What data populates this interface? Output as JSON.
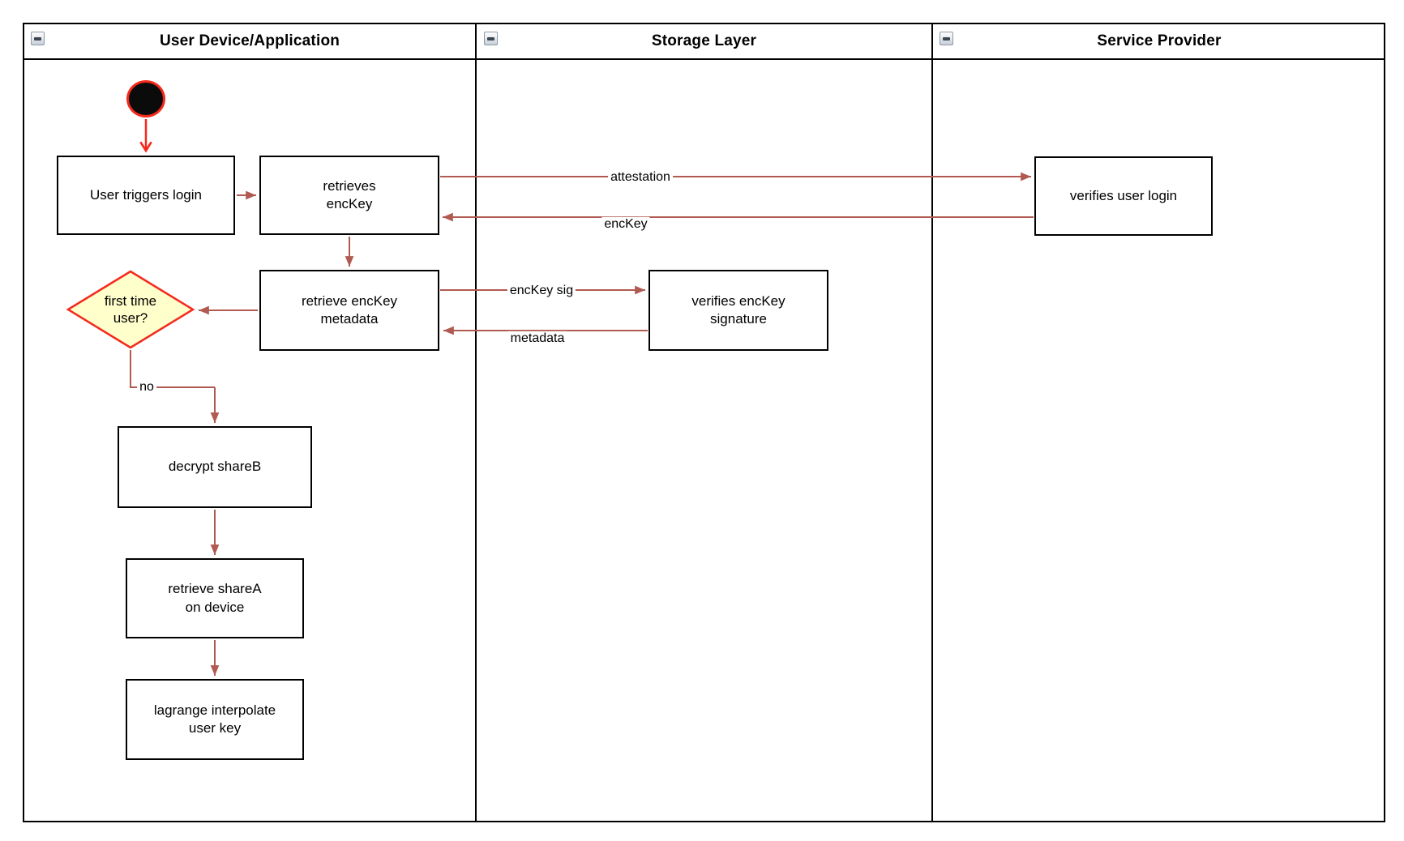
{
  "lanes": [
    {
      "title": "User Device/Application",
      "collapse_icon": "collapse-minus-icon"
    },
    {
      "title": "Storage Layer",
      "collapse_icon": "collapse-minus-icon"
    },
    {
      "title": "Service Provider",
      "collapse_icon": "collapse-minus-icon"
    }
  ],
  "nodes": {
    "start": {
      "shape": "initial-node",
      "label": ""
    },
    "user_triggers_login": {
      "label": "User triggers login"
    },
    "retrieves_enckey": {
      "label": "retrieves\nencKey"
    },
    "retrieve_enckey_metadata": {
      "label": "retrieve encKey\nmetadata"
    },
    "first_time_user": {
      "shape": "decision",
      "label": "first time\nuser?"
    },
    "decrypt_shareb": {
      "label": "decrypt shareB"
    },
    "retrieve_sharea": {
      "label": "retrieve shareA\non device"
    },
    "lagrange_interpolate": {
      "label": "lagrange interpolate\nuser key"
    },
    "verifies_enckey_signature": {
      "label": "verifies encKey\nsignature"
    },
    "verifies_user_login": {
      "label": "verifies user login"
    }
  },
  "edge_labels": {
    "attestation": "attestation",
    "enckey": "encKey",
    "enckey_sig": "encKey sig",
    "metadata": "metadata",
    "no": "no"
  },
  "colors": {
    "flow_arrow": "#b05a52",
    "start_arrow": "#f5291c",
    "decision_fill": "#ffffcc",
    "decision_border": "#f5291c",
    "shape_border": "#000000",
    "shape_fill": "#ffffff",
    "background": "#ffffff"
  }
}
